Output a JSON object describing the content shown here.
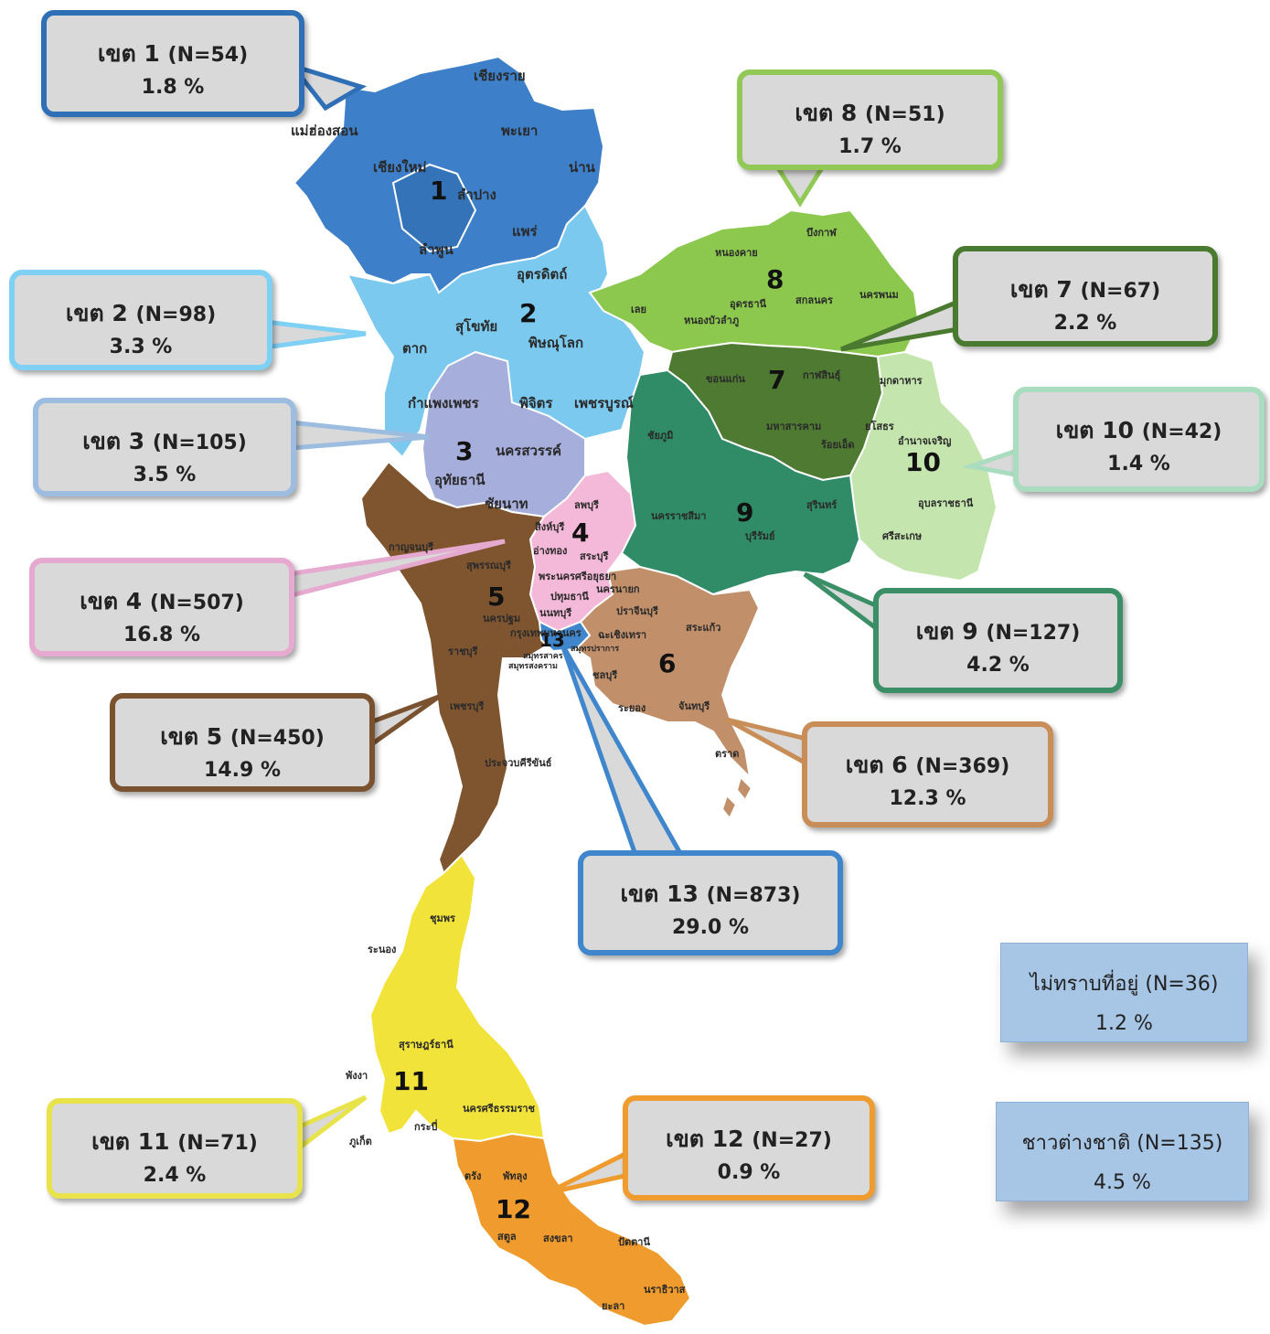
{
  "regions": [
    {
      "id": 1,
      "label": "เขต 1",
      "n": "(N=54)",
      "pct": "1.8 %",
      "color": "#3d7fc8",
      "number": "1"
    },
    {
      "id": 2,
      "label": "เขต 2",
      "n": "(N=98)",
      "pct": "3.3 %",
      "color": "#7cc9ef",
      "number": "2"
    },
    {
      "id": 3,
      "label": "เขต 3",
      "n": "(N=105)",
      "pct": "3.5 %",
      "color": "#a6aedb",
      "number": "3"
    },
    {
      "id": 4,
      "label": "เขต 4",
      "n": "(N=507)",
      "pct": "16.8 %",
      "color": "#f4b8d8",
      "number": "4"
    },
    {
      "id": 5,
      "label": "เขต 5",
      "n": "(N=450)",
      "pct": "14.9 %",
      "color": "#7f5530",
      "number": "5"
    },
    {
      "id": 6,
      "label": "เขต 6",
      "n": "(N=369)",
      "pct": "12.3 %",
      "color": "#c1906a",
      "number": "6"
    },
    {
      "id": 7,
      "label": "เขต 7",
      "n": "(N=67)",
      "pct": "2.2 %",
      "color": "#4f7a32",
      "number": "7"
    },
    {
      "id": 8,
      "label": "เขต 8",
      "n": "(N=51)",
      "pct": "1.7 %",
      "color": "#8cc84e",
      "number": "8"
    },
    {
      "id": 9,
      "label": "เขต 9",
      "n": "(N=127)",
      "pct": "4.2 %",
      "color": "#2f8c67",
      "number": "9"
    },
    {
      "id": 10,
      "label": "เขต 10",
      "n": "(N=42)",
      "pct": "1.4 %",
      "color": "#c4e6ae",
      "number": "10"
    },
    {
      "id": 11,
      "label": "เขต 11",
      "n": "(N=71)",
      "pct": "2.4 %",
      "color": "#f1e33a",
      "number": "11"
    },
    {
      "id": 12,
      "label": "เขต 12",
      "n": "(N=27)",
      "pct": "0.9 %",
      "color": "#ef9b2d",
      "number": "12"
    },
    {
      "id": 13,
      "label": "เขต 13",
      "n": "(N=873)",
      "pct": "29.0 %",
      "color": "#3f86cc",
      "number": "13"
    }
  ],
  "borders": {
    "r1": "#2f6fb6",
    "r2": "#7fd0f5",
    "r3": "#9cbde0",
    "r4": "#e6a9cf",
    "r5": "#7a5230",
    "r6": "#c98e58",
    "r7": "#4a7a2f",
    "r8": "#92c956",
    "r9": "#3b8f67",
    "r10": "#aadcc0",
    "r11": "#e8e34a",
    "r12": "#ef9b2d",
    "r13": "#3f86cc"
  },
  "notes": {
    "unknown": {
      "l1": "ไม่ทราบที่อยู่ (N=36)",
      "l2": "1.2 %"
    },
    "foreign": {
      "l1": "ชาวต่างชาติ (N=135)",
      "l2": "4.5 %"
    }
  },
  "provinces": {
    "chiangrai": "เชียงราย",
    "maehongson": "แม่ฮ่องสอน",
    "phayao": "พะเยา",
    "chiangmai": "เชียงใหม่",
    "nan": "น่าน",
    "lampang": "ลำปาง",
    "phrae": "แพร่",
    "lamphun": "ลำพูน",
    "uttaradit": "อุตรดิตถ์",
    "sukhothai": "สุโขทัย",
    "phitsanulok": "พิษณุโลก",
    "tak": "ตาก",
    "kamphaeng": "กำแพงเพชร",
    "phichit": "พิจิตร",
    "phetchabun": "เพชรบูรณ์",
    "nakhonsawan": "นครสวรรค์",
    "uthai": "อุทัยธานี",
    "chainat": "ชัยนาท",
    "lopburi": "ลพบุรี",
    "singburi": "สิงห์บุรี",
    "angthong": "อ่างทอง",
    "saraburi": "สระบุรี",
    "ayutthaya": "พระนครศรีอยุธยา",
    "nakhonnayok": "นครนายก",
    "pathum": "ปทุมธานี",
    "nonthaburi": "นนทบุรี",
    "kanchanaburi": "กาญจนบุรี",
    "suphan": "สุพรรณบุรี",
    "nakhonpathom": "นครปฐม",
    "bangkok": "กรุงเทพมหานคร",
    "ratchaburi": "ราชบุรี",
    "samutsakhon": "สมุทรสาคร",
    "samutsongkhram": "สมุทรสงคราม",
    "samutprakan": "สมุทรปราการ",
    "phetchaburi": "เพชรบุรี",
    "prachuap": "ประจวบคีรีขันธ์",
    "prachinburi": "ปราจีนบุรี",
    "chachoengsao": "ฉะเชิงเทรา",
    "sakaeo": "สระแก้ว",
    "chonburi": "ชลบุรี",
    "rayong": "ระยอง",
    "chanthaburi": "จันทบุรี",
    "trat": "ตราด",
    "nongkhai": "หนองคาย",
    "bueng": "บึงกาฬ",
    "loei": "เลย",
    "udon": "อุดรธานี",
    "sakon": "สกลนคร",
    "nakhonphanom": "นครพนม",
    "nongbua": "หนองบัวลำภู",
    "khonkaen": "ขอนแก่น",
    "kalasin": "กาฬสินธุ์",
    "mukdahan": "มุกดาหาร",
    "chaiyaphum": "ชัยภูมิ",
    "mahasarakham": "มหาสารคาม",
    "yasothon": "ยโสธร",
    "roiet": "ร้อยเอ็ด",
    "amnat": "อำนาจเจริญ",
    "korat": "นครราชสีมา",
    "surin": "สุรินทร์",
    "ubon": "อุบลราชธานี",
    "buriram": "บุรีรัมย์",
    "sisaket": "ศรีสะเกษ",
    "chumphon": "ชุมพร",
    "ranong": "ระนอง",
    "surat": "สุราษฎร์ธานี",
    "phangnga": "พังงา",
    "krabi": "กระบี่",
    "phuket": "ภูเก็ต",
    "nakhonsri": "นครศรีธรรมราช",
    "trang": "ตรัง",
    "phatthalung": "พัทลุง",
    "satun": "สตูล",
    "songkhla": "สงขลา",
    "pattani": "ปัตตานี",
    "yala": "ยะลา",
    "narathiwat": "นราธิวาส"
  }
}
